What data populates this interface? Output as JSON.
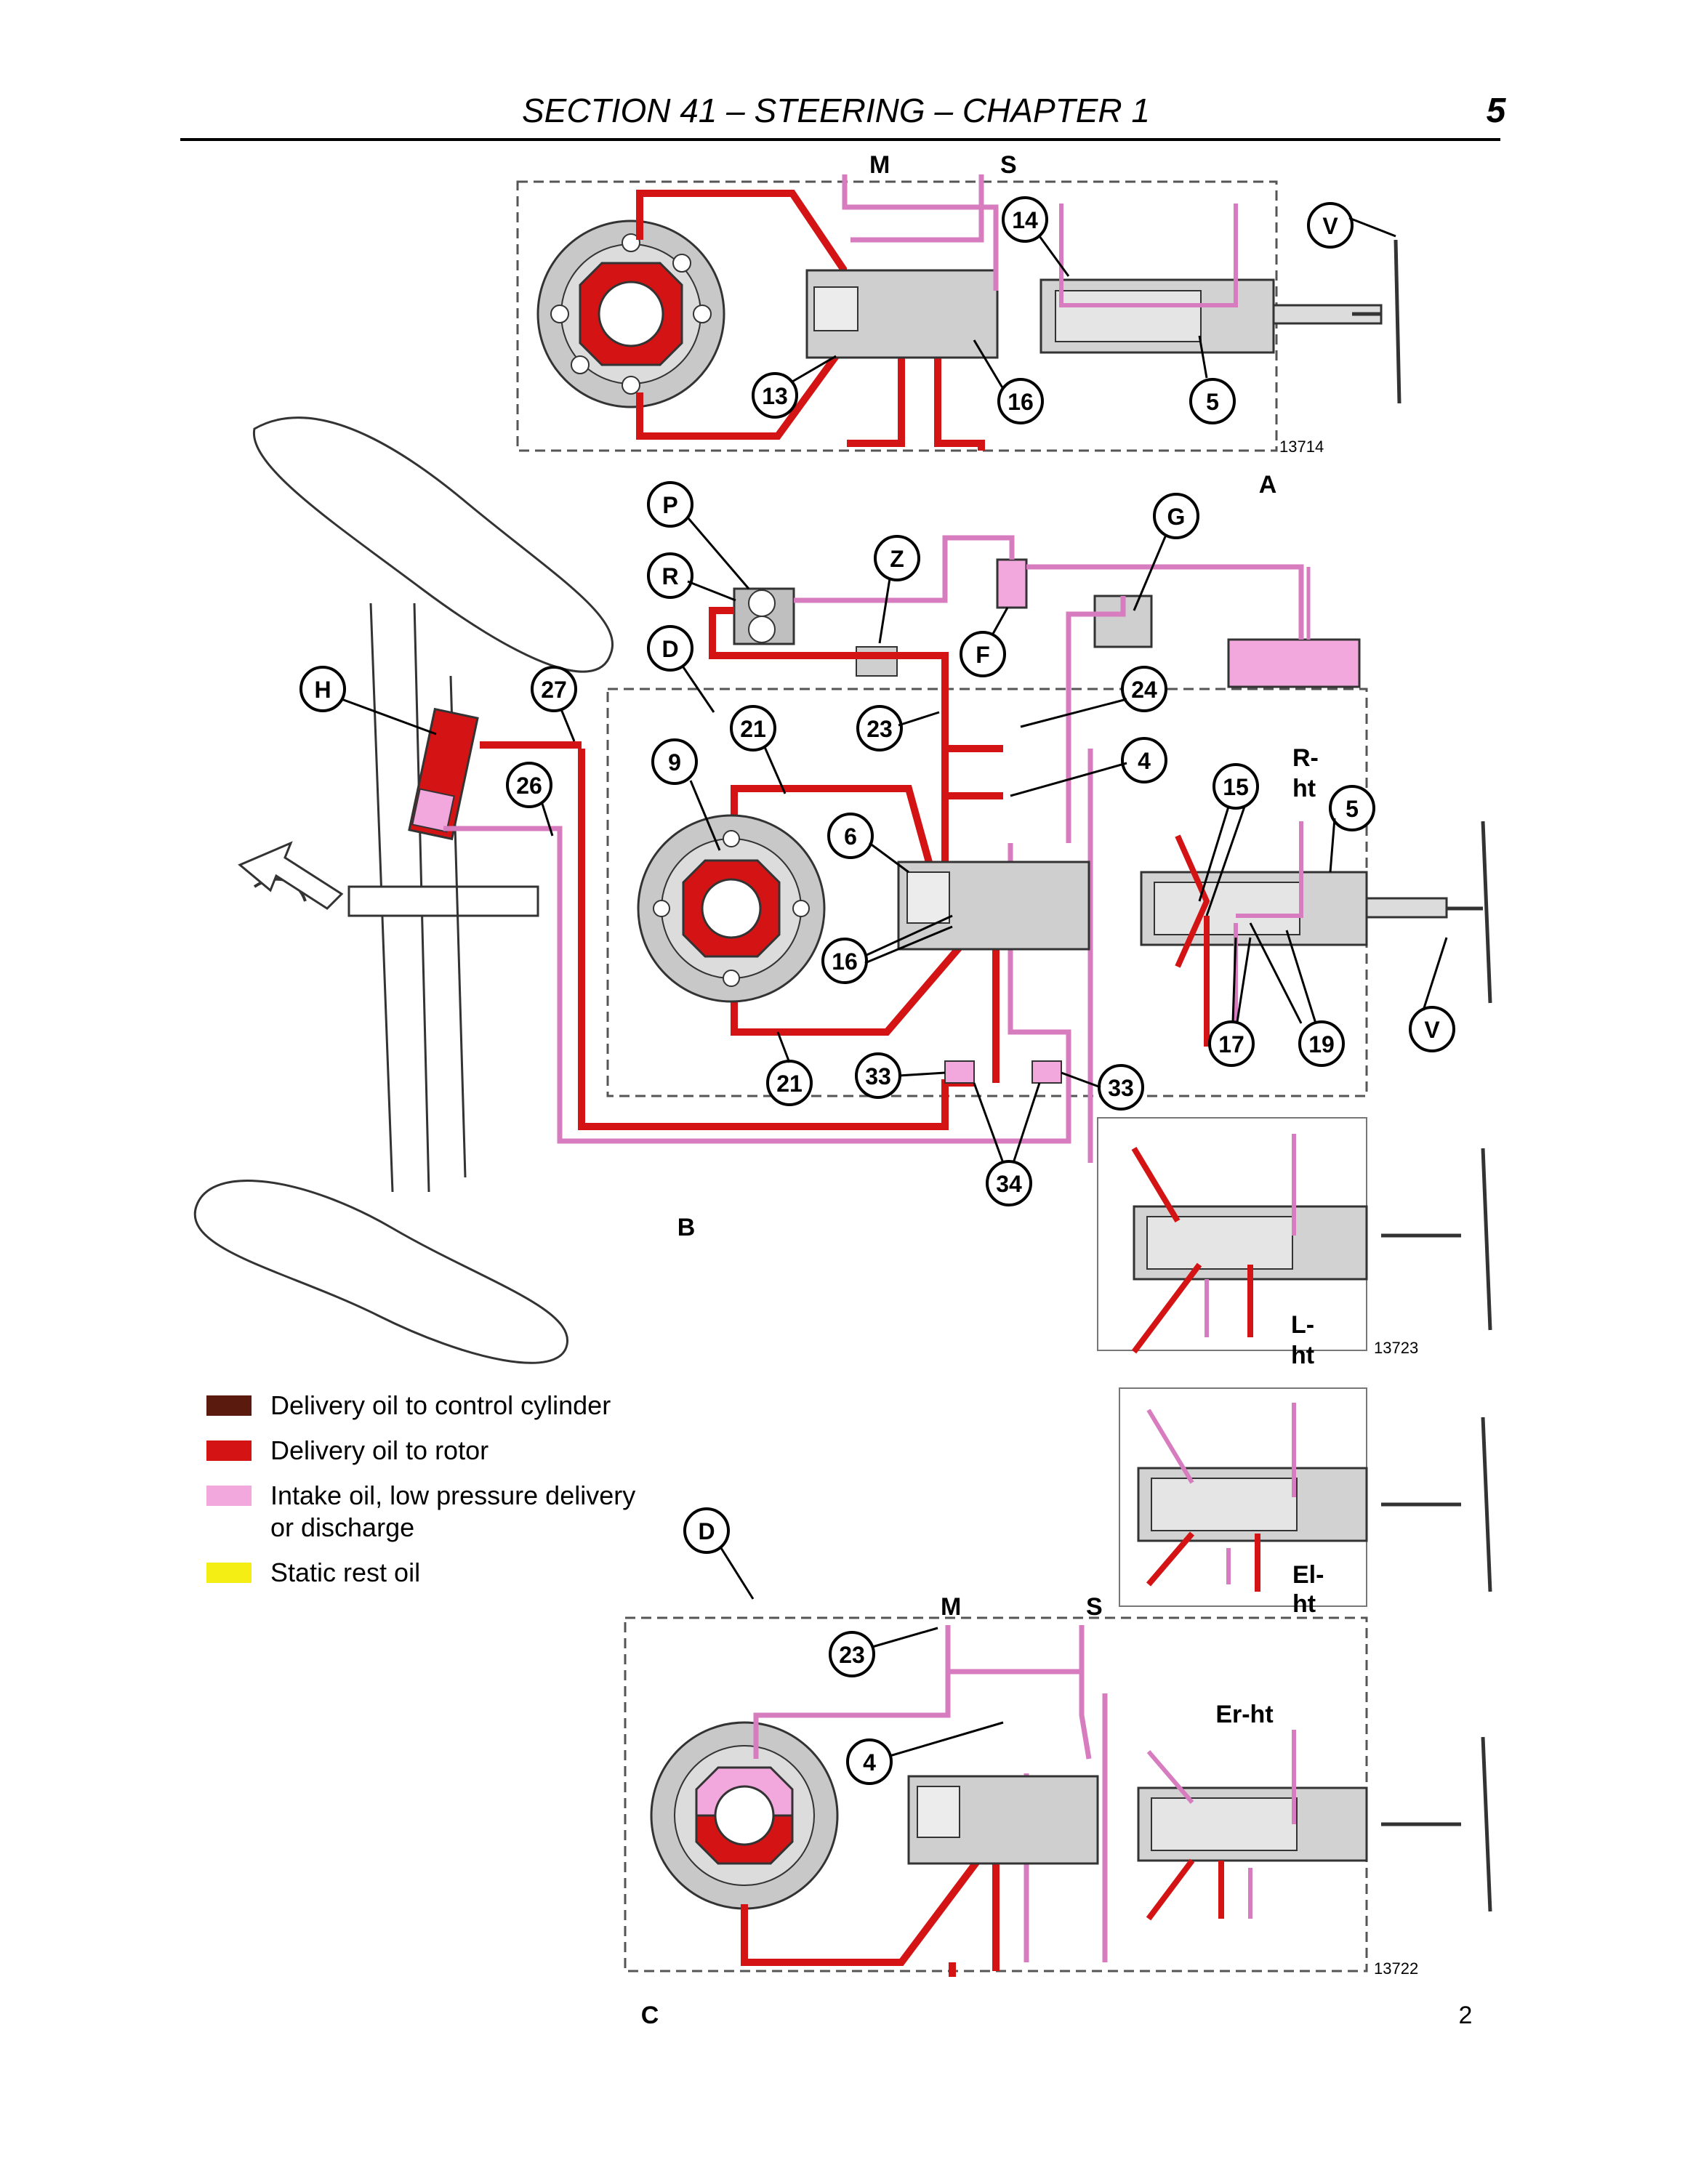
{
  "header": {
    "title": "SECTION 41 – STEERING – CHAPTER 1",
    "page_number": "5"
  },
  "colors": {
    "delivery_control": "#5a1a0d",
    "delivery_rotor": "#d41414",
    "intake": "#f2a8dc",
    "intake_line": "#d77cbf",
    "static": "#f4ee15",
    "housing": "#cfcfcf",
    "outline": "#333333"
  },
  "legend": [
    {
      "label": "Delivery oil to control cylinder",
      "color": "#5a1a0d"
    },
    {
      "label": "Delivery oil to rotor",
      "color": "#d41414"
    },
    {
      "label": "Intake oil, low pressure delivery or discharge",
      "color": "#f2a8dc"
    },
    {
      "label": "Static rest oil",
      "color": "#f4ee15"
    }
  ],
  "figure_a": {
    "port_m": "M",
    "port_s": "S",
    "callouts": [
      "14",
      "V",
      "13",
      "16",
      "5"
    ],
    "ref": "13714",
    "letter": "A"
  },
  "figure_b": {
    "callouts": [
      "P",
      "R",
      "Z",
      "D",
      "F",
      "G",
      "H",
      "27",
      "21",
      "23",
      "24",
      "9",
      "26",
      "4",
      "15",
      "6",
      "5",
      "16",
      "V",
      "17",
      "19",
      "21",
      "33",
      "33",
      "34"
    ],
    "rht_line1": "R-",
    "rht_line2": "ht",
    "lht_line1": "L-",
    "lht_line2": "ht",
    "ref": "13723",
    "letter": "B"
  },
  "figure_c": {
    "port_m": "M",
    "port_s": "S",
    "callouts": [
      "D",
      "23",
      "4"
    ],
    "elht_line1": "El-",
    "elht_line2": "ht",
    "erht": "Er-ht",
    "ref": "13722",
    "letter": "C"
  },
  "figure_number": "2"
}
